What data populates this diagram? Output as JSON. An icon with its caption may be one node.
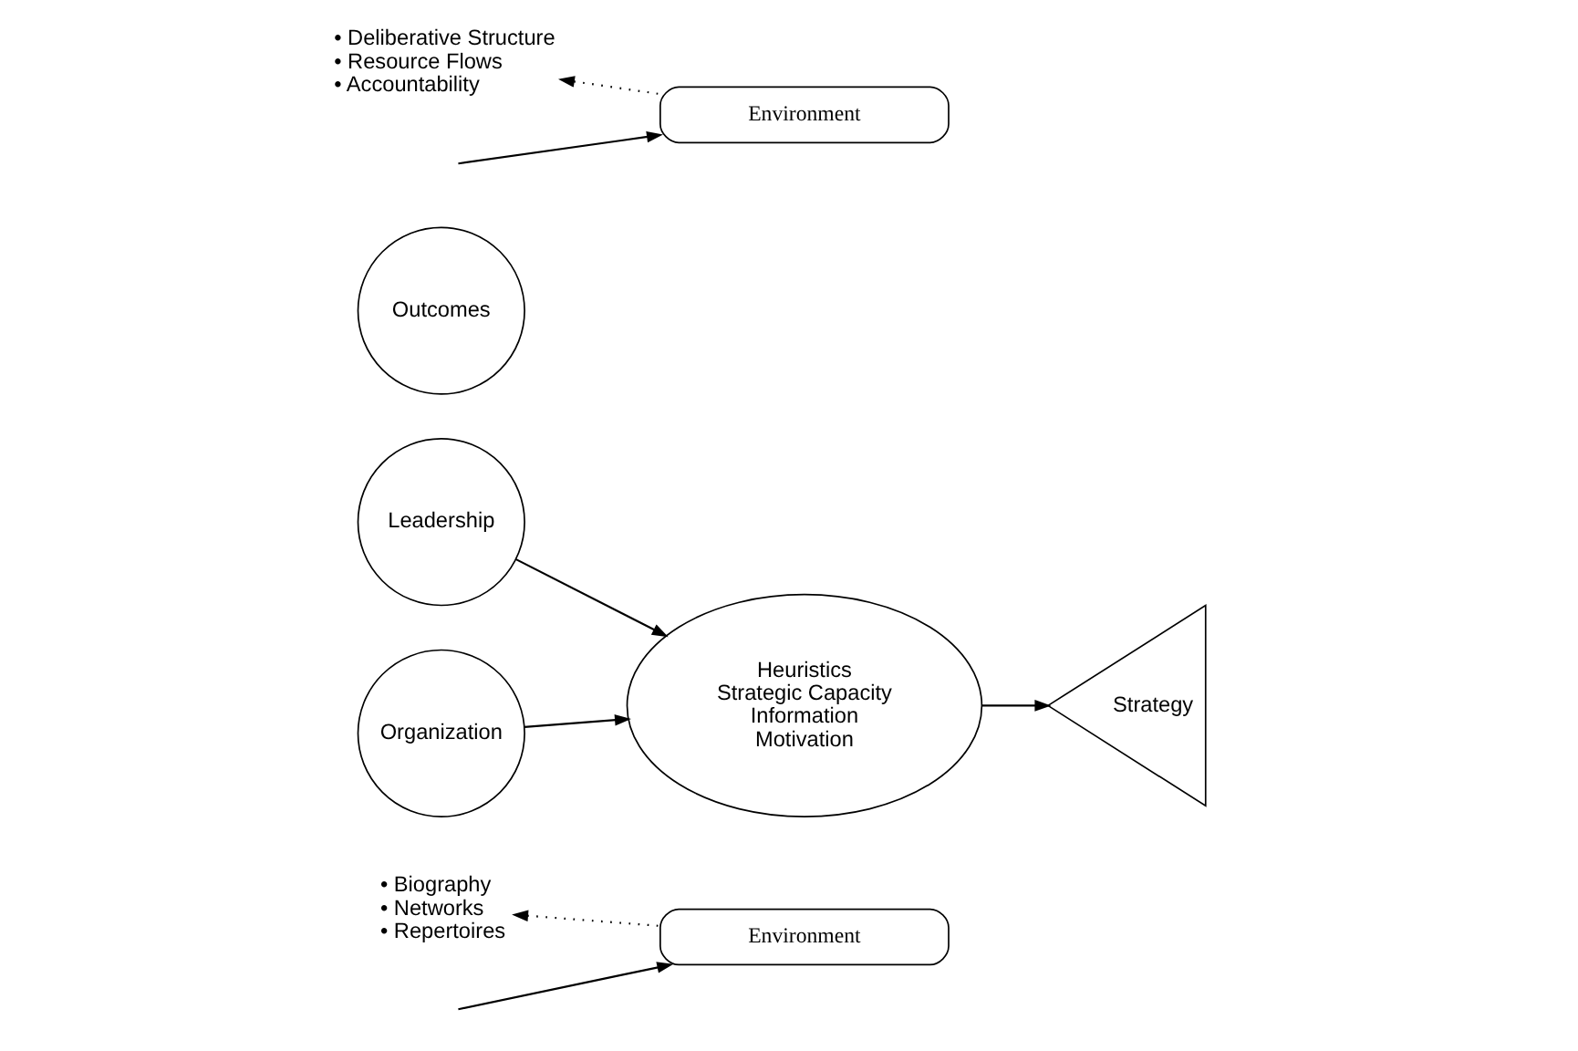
{
  "diagram": {
    "nodes": [
      {
        "text": [
          "• Biography",
          "• Networks",
          "• Repertoires"
        ]
      },
      {
        "text": [
          "Environment"
        ]
      },
      {
        "text": [
          "Leadership"
        ]
      },
      {
        "text": [
          "Heuristics",
          "Strategic Capacity",
          "Information",
          "Motivation"
        ]
      },
      {
        "text": [
          "Strategy"
        ]
      },
      {
        "text": [
          "Outcomes"
        ]
      },
      {
        "text": [
          "Organization"
        ]
      },
      {
        "text": [
          "• Deliberative Structure",
          "• Resource Flows",
          "• Accountability"
        ]
      },
      {
        "text": [
          "Environment"
        ]
      }
    ],
    "edges": [
      {
        "from": 1,
        "to": 0,
        "arrow": "to",
        "style": "dashed"
      },
      {
        "from": null,
        "to": 1,
        "arrow": "to"
      },
      {
        "from": 2,
        "to": 3,
        "arrow": "to"
      },
      {
        "from": 6,
        "to": 3,
        "arrow": "to"
      },
      {
        "from": 3,
        "to": 4,
        "arrow": "to"
      },
      {
        "from": null,
        "to": 8,
        "arrow": "to"
      },
      {
        "from": 8,
        "to": 7,
        "arrow": "to",
        "style": "dashed"
      }
    ]
  }
}
